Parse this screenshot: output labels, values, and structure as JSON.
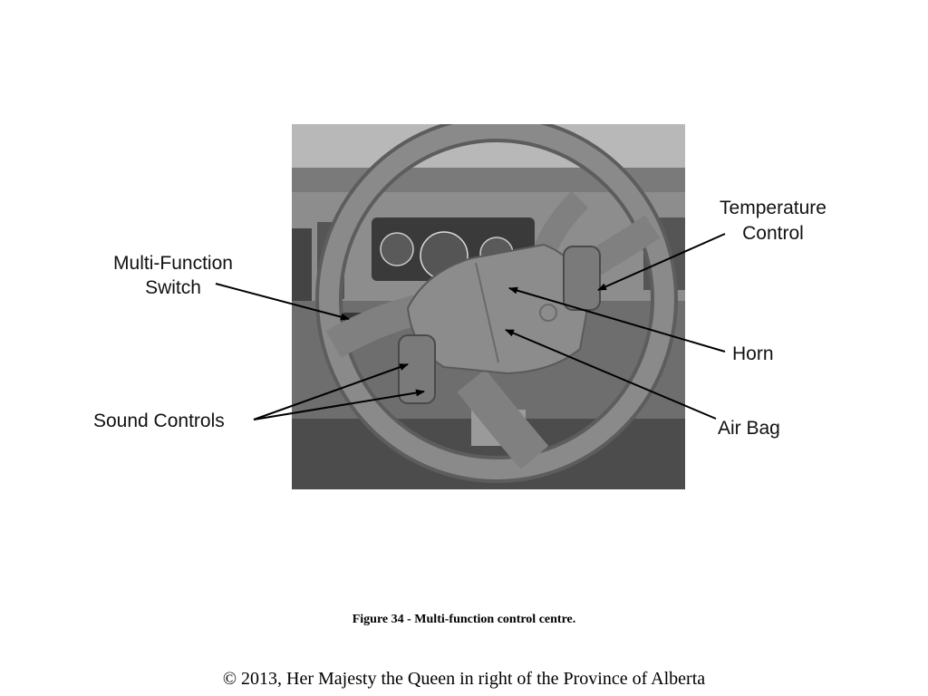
{
  "labels": {
    "temperature_line1": "Temperature",
    "temperature_line2": "Control",
    "multifunction_line1": "Multi-Function",
    "multifunction_line2": "Switch",
    "horn": "Horn",
    "sound_controls": "Sound Controls",
    "air_bag": "Air Bag"
  },
  "caption": "Figure 34 - Multi-function control centre.",
  "copyright": "© 2013, Her Majesty the Queen in right of the Province of Alberta",
  "colors": {
    "background": "#ffffff",
    "photo_gray": "#9a9a9a",
    "text": "#111111"
  }
}
